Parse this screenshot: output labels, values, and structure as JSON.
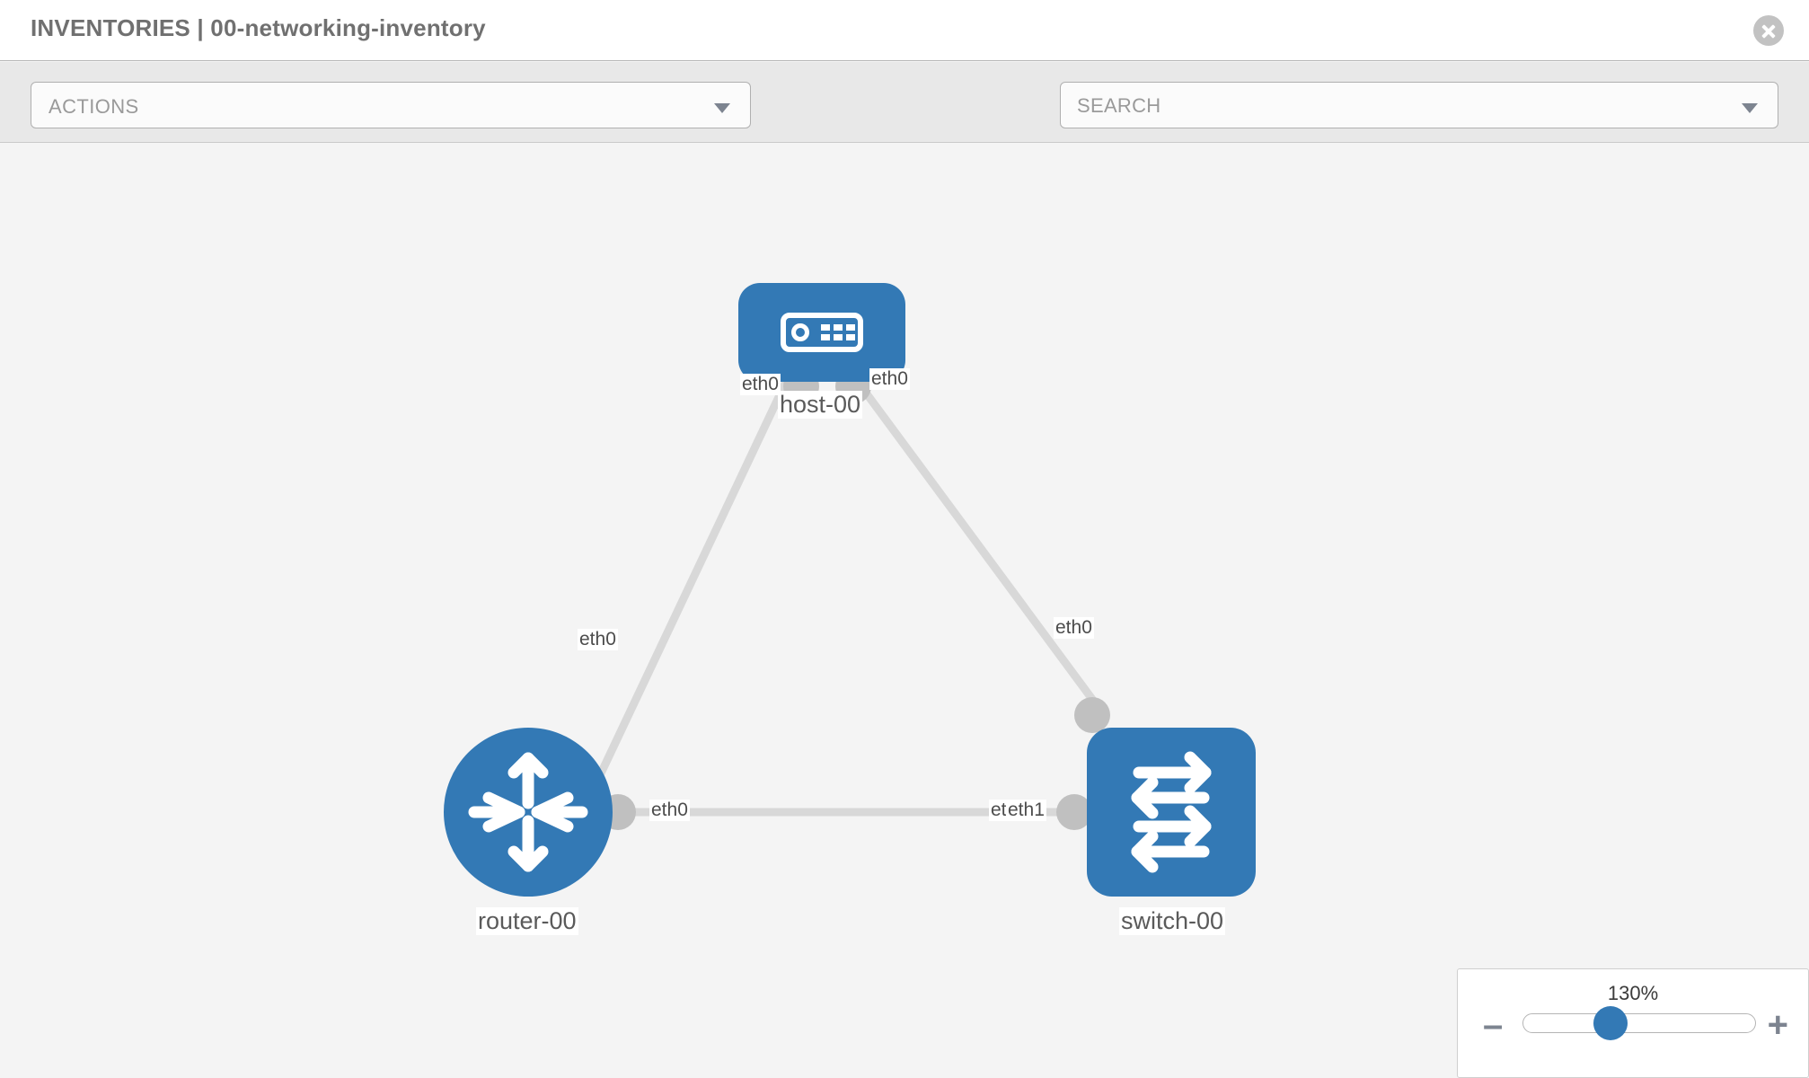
{
  "header": {
    "title": "INVENTORIES | 00-networking-inventory",
    "close_label": "×"
  },
  "toolbar": {
    "actions_label": "ACTIONS",
    "wrench_icon": "wrench-icon",
    "key_icon": "key-icon",
    "search_placeholder": "SEARCH",
    "caret_icon": "chevron-down-icon"
  },
  "topology": {
    "nodes": [
      {
        "id": "host-00",
        "label": "host-00",
        "type": "host",
        "icon": "server-icon"
      },
      {
        "id": "router-00",
        "label": "router-00",
        "type": "router",
        "icon": "router-arrows-icon"
      },
      {
        "id": "switch-00",
        "label": "switch-00",
        "type": "switch",
        "icon": "switch-arrows-icon"
      }
    ],
    "interfaces": [
      {
        "id": "host-left",
        "label": "eth0"
      },
      {
        "id": "host-right",
        "label": "eth0"
      },
      {
        "id": "router-to-host",
        "label": "eth0"
      },
      {
        "id": "switch-to-host",
        "label": "eth0"
      },
      {
        "id": "router-to-switch",
        "label": "eth0"
      },
      {
        "id": "switch-eth0",
        "label": "eth0"
      },
      {
        "id": "switch-eth1",
        "label": "eth1"
      }
    ],
    "links": [
      {
        "from": "host-00",
        "to": "router-00"
      },
      {
        "from": "host-00",
        "to": "switch-00"
      },
      {
        "from": "router-00",
        "to": "switch-00"
      }
    ]
  },
  "zoom": {
    "level": "130%",
    "minus_label": "–",
    "plus_label": "+"
  },
  "colors": {
    "node_blue": "#3379b5",
    "edge_gray": "#d8d8d8",
    "nub_gray": "#c0c0c0",
    "toolbar_bg": "#e8e8e8",
    "canvas_bg": "#f4f4f4"
  }
}
